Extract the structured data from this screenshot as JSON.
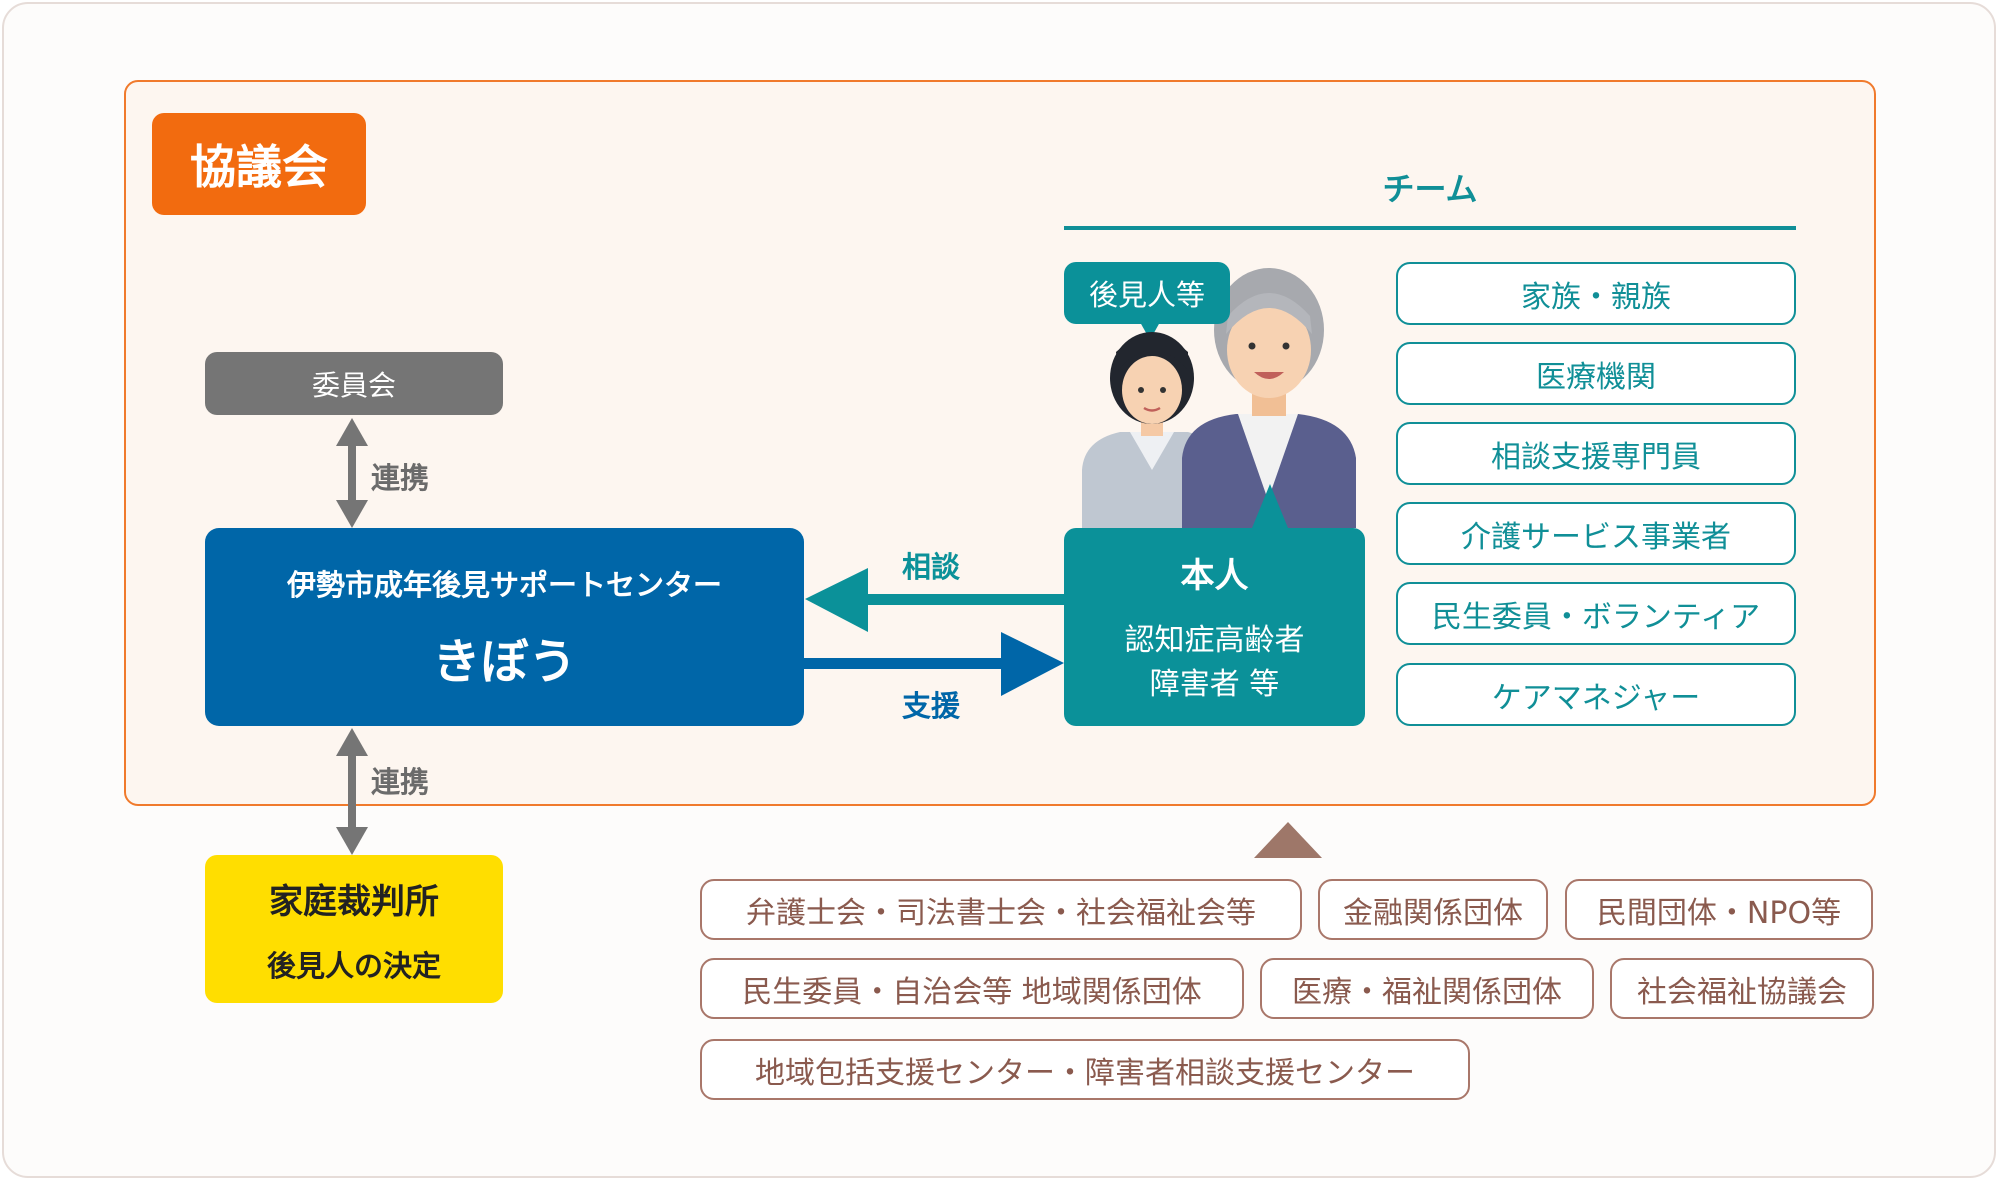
{
  "council": {
    "label": "協議会"
  },
  "committee": {
    "label": "委員会"
  },
  "links": {
    "upper": "連携",
    "lower": "連携"
  },
  "center": {
    "line1": "伊勢市成年後見サポートセンター",
    "line2": "きぼう"
  },
  "court": {
    "line1": "家庭裁判所",
    "line2": "後見人の決定"
  },
  "arrows": {
    "consult": "相談",
    "support": "支援"
  },
  "person": {
    "title": "本人",
    "line1": "認知症高齢者",
    "line2": "障害者 等"
  },
  "guardian_bubble": "後見人等",
  "team": {
    "title": "チーム",
    "items": [
      "家族・親族",
      "医療機関",
      "相談支援専門員",
      "介護サービス事業者",
      "民生委員・ボランティア",
      "ケアマネジャー"
    ]
  },
  "orgs": {
    "row1": [
      "弁護士会・司法書士会・社会福祉会等",
      "金融関係団体",
      "民間団体・NPO等"
    ],
    "row2": [
      "民生委員・自治会等 地域関係団体",
      "医療・福祉関係団体",
      "社会福祉協議会"
    ],
    "row3": [
      "地域包括支援センター・障害者相談支援センター"
    ]
  },
  "colors": {
    "orange": "#f26b0f",
    "navy": "#0066a8",
    "teal": "#0b9199",
    "gray": "#757575",
    "yellow": "#ffde00",
    "brown": "#a9776a"
  }
}
